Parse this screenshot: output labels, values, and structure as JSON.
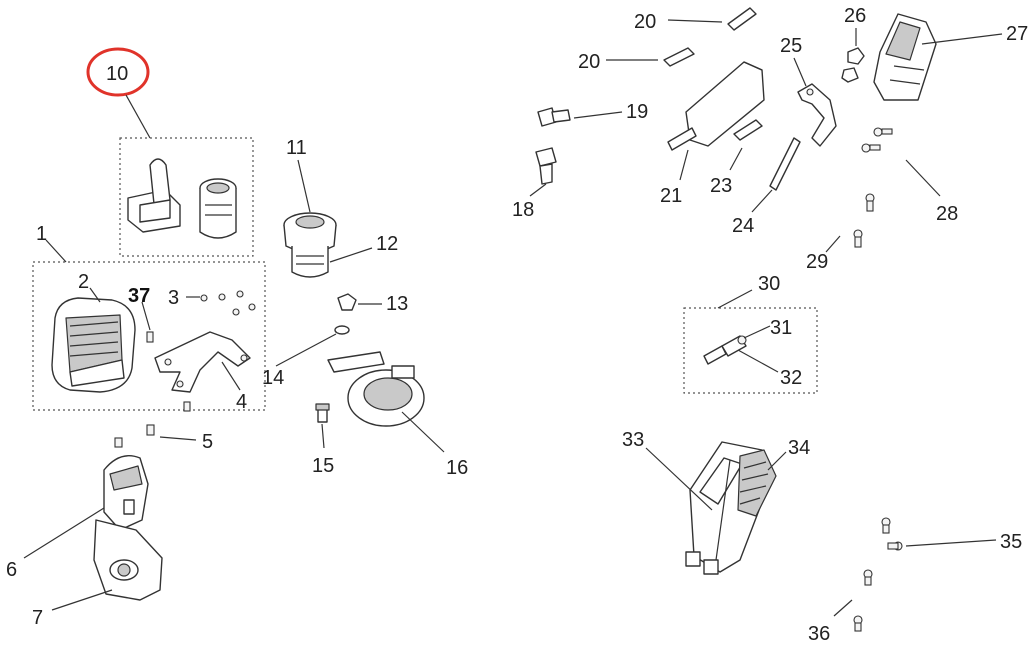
{
  "diagram": {
    "highlighted_part": "10",
    "highlight_color": "#e0332a",
    "labels": {
      "p1": "1",
      "p2": "2",
      "p3": "3",
      "p4": "4",
      "p5": "5",
      "p6": "6",
      "p7": "7",
      "p10": "10",
      "p11": "11",
      "p12": "12",
      "p13": "13",
      "p14": "14",
      "p15": "15",
      "p16": "16",
      "p18": "18",
      "p19": "19",
      "p20a": "20",
      "p20b": "20",
      "p21": "21",
      "p23": "23",
      "p24": "24",
      "p25": "25",
      "p26": "26",
      "p27": "27",
      "p28": "28",
      "p29": "29",
      "p30": "30",
      "p31": "31",
      "p32": "32",
      "p33": "33",
      "p34": "34",
      "p35": "35",
      "p36": "36",
      "p37": "37"
    }
  }
}
